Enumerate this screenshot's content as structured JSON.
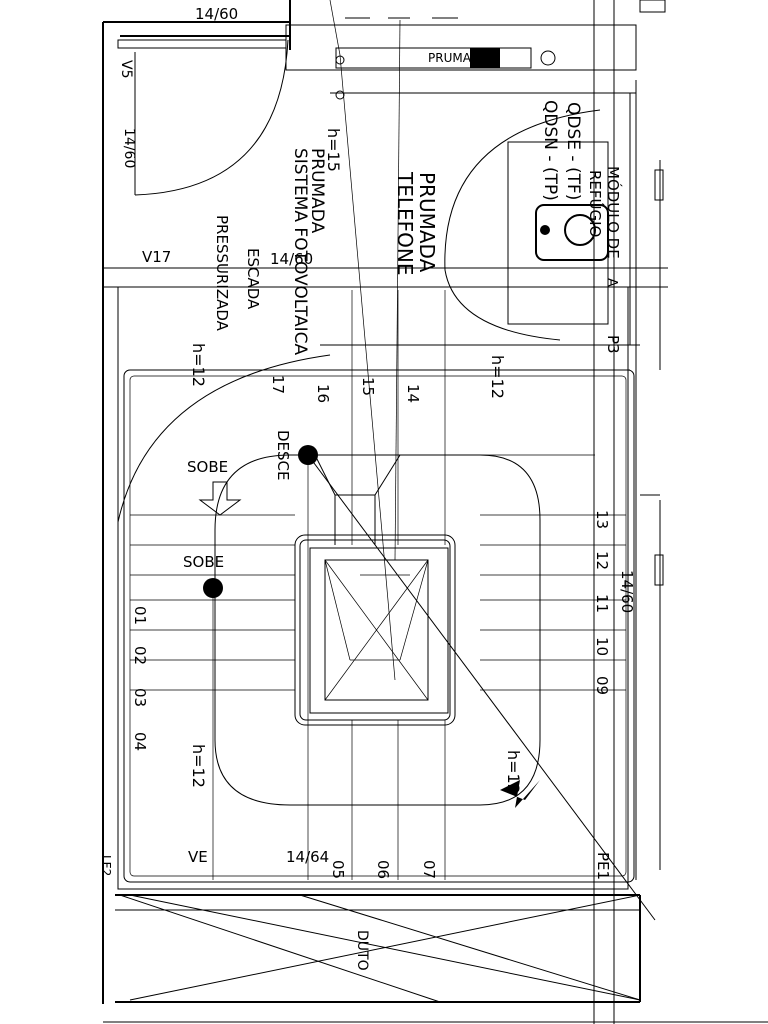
{
  "plan": {
    "title_top": "14/60",
    "v5": "V5",
    "frame_side": "14/60",
    "v17": "V17",
    "mid_dim": "14/60",
    "prumadas": "PRUMADAS",
    "qdse": "QDSE - (TF)",
    "qdsn": "QDSN - (TP)",
    "modulo_line1": "MÓDULO DE",
    "modulo_line2": "REFÚGIO",
    "modulo_line3": "A",
    "prumada_solar_1": "PRUMADA",
    "prumada_solar_2": "SISTEMA FOTOVOLTAICA",
    "prumada_tel_1": "PRUMADA",
    "prumada_tel_2": "TELEFONE",
    "h_label": "h=15",
    "escada_1": "ESCADA",
    "escada_2": "PRESSURIZADA",
    "h12": "h=12",
    "h12_b": "h=12",
    "h12_c": "h=12",
    "h12_d": "h=12",
    "p3": "P3",
    "desce": "DESCE",
    "sobe_1": "SOBE",
    "sobe_2": "SOBE",
    "right_dim": "14/60",
    "ve": "VE",
    "bottom_dim": "14/64",
    "pe": "PE1",
    "duto": "DUTO",
    "lf": "LF2",
    "steps": [
      "01",
      "02",
      "03",
      "04",
      "05",
      "06",
      "07",
      "09",
      "10",
      "11",
      "12",
      "13",
      "14",
      "15",
      "16",
      "17"
    ]
  }
}
